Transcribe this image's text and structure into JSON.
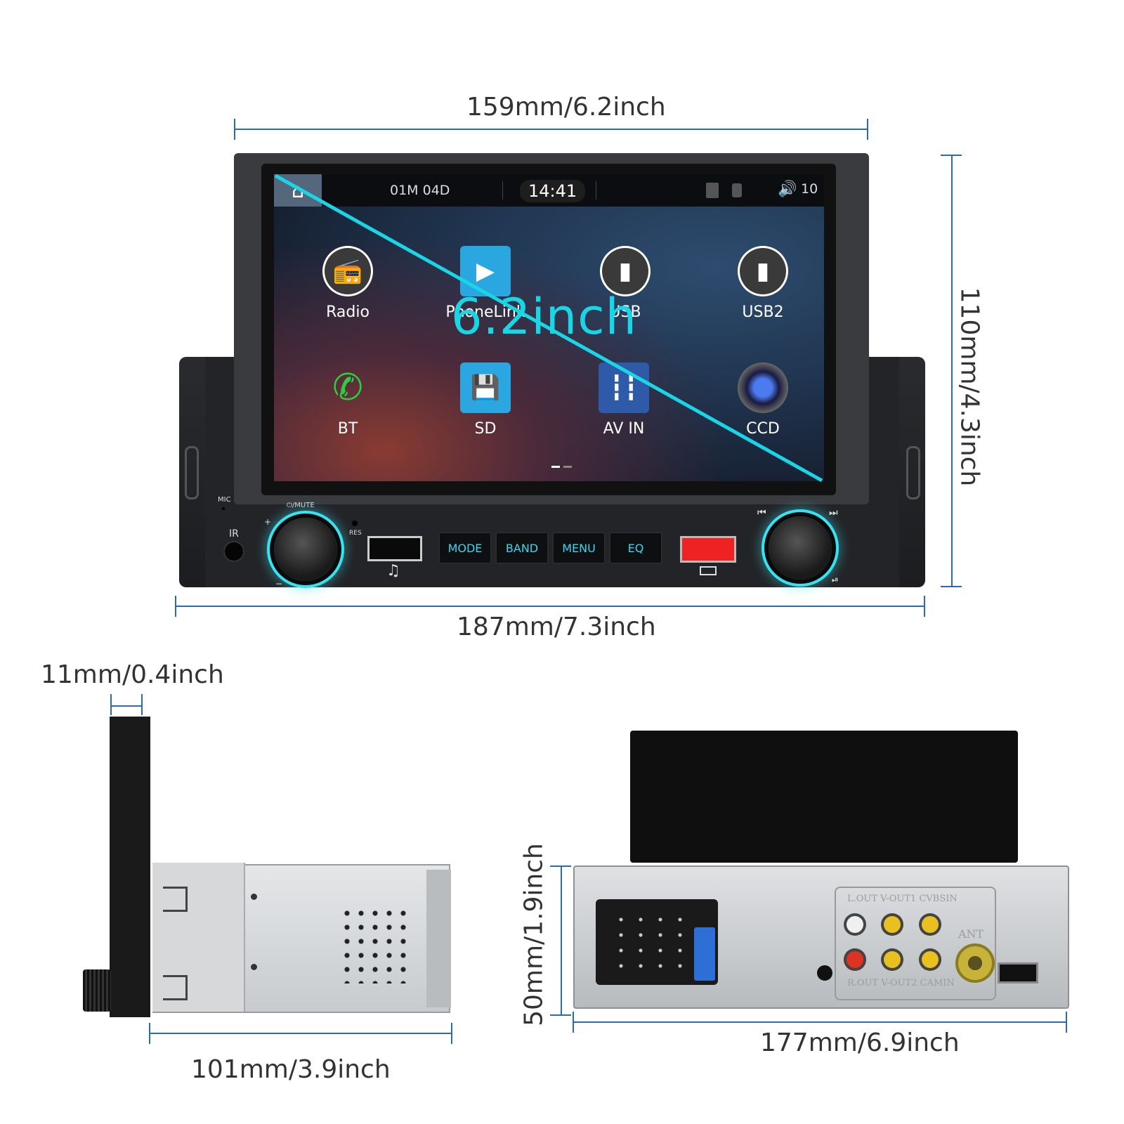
{
  "dimensions": {
    "screen_width": "159mm/6.2inch",
    "total_width": "187mm/7.3inch",
    "height": "110mm/4.3inch",
    "thickness": "11mm/0.4inch",
    "depth": "101mm/3.9inch",
    "chassis_height": "50mm/1.9inch",
    "chassis_width": "177mm/6.9inch"
  },
  "screen": {
    "date": "01M 04D",
    "time": "14:41",
    "volume": "10",
    "diagonal": "6.2inch",
    "apps": [
      {
        "label": "Radio",
        "icon": "radio-icon",
        "color": "#3a3a3a"
      },
      {
        "label": "PhoneLink",
        "icon": "phonelink-icon",
        "color": "#2aa6e0"
      },
      {
        "label": "USB",
        "icon": "usb-icon",
        "color": "#3a3a3a"
      },
      {
        "label": "USB2",
        "icon": "usb-icon",
        "color": "#3a3a3a"
      },
      {
        "label": "BT",
        "icon": "phone-icon",
        "color": "#2ecc40"
      },
      {
        "label": "SD",
        "icon": "sd-card-icon",
        "color": "#2aa6e0"
      },
      {
        "label": "AV IN",
        "icon": "av-in-icon",
        "color": "#2f5aa8"
      },
      {
        "label": "CCD",
        "icon": "camera-icon",
        "color": "#2a2a5a"
      }
    ]
  },
  "panel": {
    "mic": "MIC",
    "ir": "IR",
    "mute": "⏻/MUTE",
    "res": "RES",
    "plus": "+",
    "minus": "−",
    "buttons": [
      "MODE",
      "BAND",
      "MENU",
      "EQ"
    ],
    "prev": "⏮",
    "next": "⏭",
    "play": "⏯"
  },
  "rear": {
    "labels_top": "L.OUT V-OUT1 CVBSIN",
    "labels_bottom": "R.OUT V-OUT2 CAMIN",
    "ant": "ANT"
  },
  "accent_color": "#19d6e6",
  "line_color": "#2b6cb0"
}
